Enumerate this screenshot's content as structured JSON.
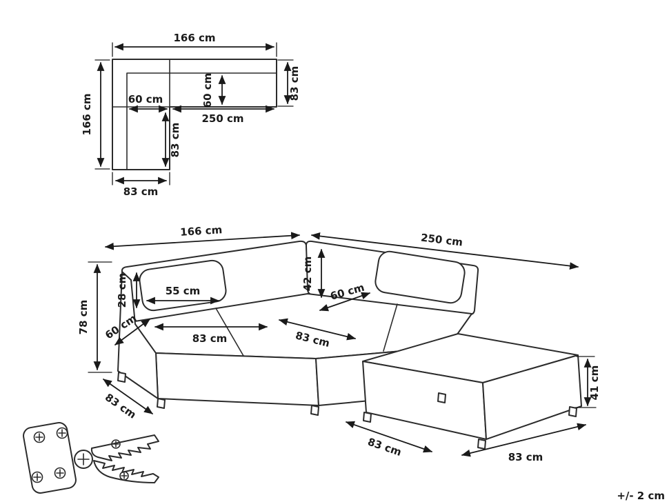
{
  "page": {
    "background": "#ffffff",
    "ink": "#1a1a1a"
  },
  "tolerance_note": "+/- 2 cm",
  "plan_view": {
    "top_width": "166 cm",
    "right_depth": "83 cm",
    "seat_depth_top_leg": "60 cm",
    "seat_depth_left_leg": "60 cm",
    "long_side_length": "250 cm",
    "left_leg_inner_length": "83 cm",
    "left_side_length": "166 cm",
    "bottom_width": "83 cm"
  },
  "perspective_view": {
    "left_side_length": "166 cm",
    "right_side_length": "250 cm",
    "overall_height": "78 cm",
    "cushion_height": "28 cm",
    "cushion_width": "55 cm",
    "backrest_height": "42 cm",
    "seat_depth_right": "60 cm",
    "seat_depth_left": "60 cm",
    "seat_width_left": "83 cm",
    "seat_width_middle": "83 cm",
    "ottoman_height": "41 cm",
    "module_depth_left": "83 cm",
    "ottoman_depth": "83 cm",
    "ottoman_width": "83 cm"
  },
  "icons": {
    "hardware": "assembly-connector-hardware"
  }
}
